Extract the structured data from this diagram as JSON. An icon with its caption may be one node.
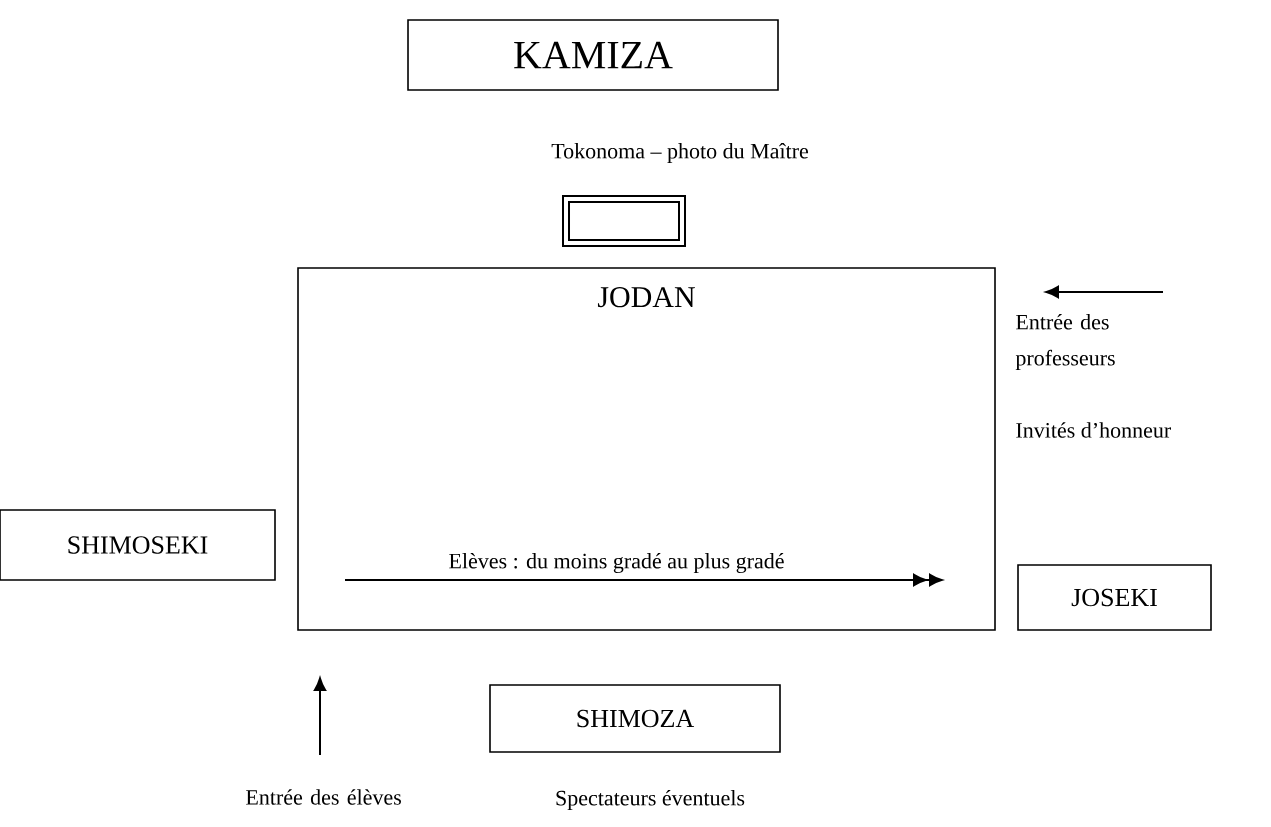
{
  "diagram": {
    "nodes": [
      {
        "text": [
          "KAMIZA"
        ]
      },
      {
        "text": [],
        "shape": "box"
      },
      {
        "text": [
          "JODAN",
          "Elèves : du moins gradé au plus gradé"
        ]
      },
      {
        "text": [
          "SHIMOSEKI"
        ]
      },
      {
        "text": [
          "JOSEKI"
        ]
      },
      {
        "text": [
          "SHIMOZA"
        ]
      }
    ],
    "labels": [
      "Tokonoma – photo du Maître",
      "Entrée des professeurs",
      "Invités d’honneur",
      "Entrée des élèves",
      "Spectateurs éventuels"
    ]
  }
}
